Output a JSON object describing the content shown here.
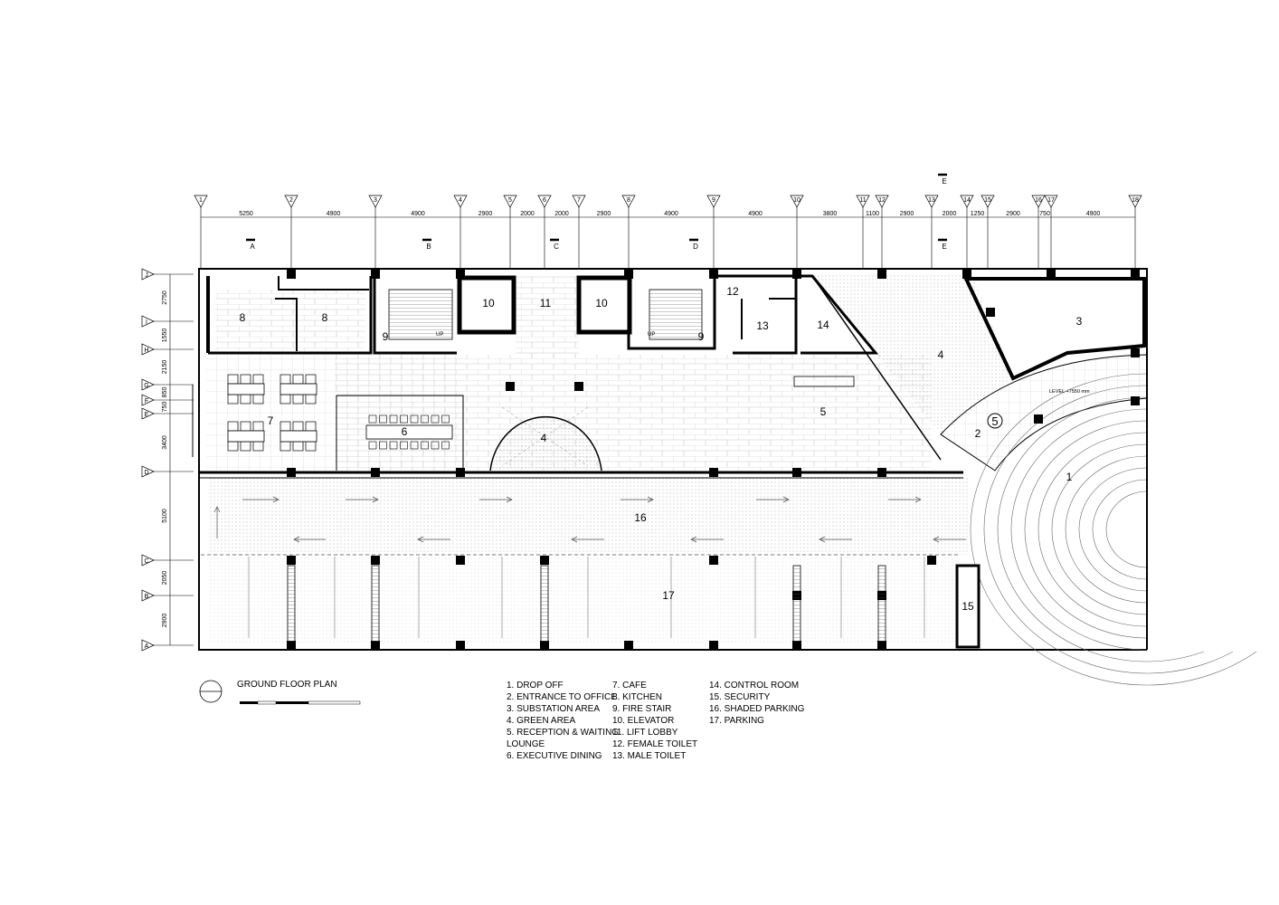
{
  "title": "GROUND FLOOR PLAN",
  "grid_columns": [
    "1",
    "2",
    "3",
    "4",
    "5",
    "6",
    "7",
    "8",
    "9",
    "10",
    "11",
    "12",
    "13",
    "14",
    "15",
    "16",
    "17",
    "18"
  ],
  "grid_rows": [
    "J",
    "I",
    "H",
    "G",
    "F",
    "E",
    "D",
    "C",
    "B",
    "A"
  ],
  "column_dimensions": [
    "5250",
    "4900",
    "4900",
    "2900",
    "2000",
    "2000",
    "2900",
    "4900",
    "4900",
    "3800",
    "1100",
    "2900",
    "2000",
    "1250",
    "2900",
    "750",
    "4900"
  ],
  "row_dimensions": [
    "2750",
    "1550",
    "2150",
    "850",
    "750",
    "3400",
    "5100",
    "2050",
    "2900"
  ],
  "section_marks": [
    "A",
    "B",
    "C",
    "D",
    "E",
    "E"
  ],
  "room_numbers": [
    "8",
    "8",
    "9",
    "9",
    "10",
    "10",
    "11",
    "12",
    "13",
    "14",
    "3",
    "4",
    "4",
    "5",
    "2",
    "1",
    "7",
    "6",
    "16",
    "17",
    "15"
  ],
  "annotations": {
    "up_1": "UP",
    "up_2": "UP",
    "level": "LEVEL +7550 mm",
    "circle_num": "5"
  },
  "legend": {
    "col1": [
      "1. DROP OFF",
      "2. ENTRANCE TO OFFICE",
      "3. SUBSTATION AREA",
      "4. GREEN AREA",
      "5. RECEPTION & WAITING",
      "LOUNGE",
      "6. EXECUTIVE DINING"
    ],
    "col2": [
      "7. CAFE",
      "8. KITCHEN",
      "9. FIRE STAIR",
      "10. ELEVATOR",
      "11. LIFT LOBBY",
      "12. FEMALE TOILET",
      "13. MALE TOILET"
    ],
    "col3": [
      "14. CONTROL ROOM",
      "15. SECURITY",
      "16. SHADED PARKING",
      "17. PARKING"
    ]
  },
  "colors": {
    "line": "#000000",
    "hatch": "#bdbdbd",
    "paper": "#ffffff"
  }
}
